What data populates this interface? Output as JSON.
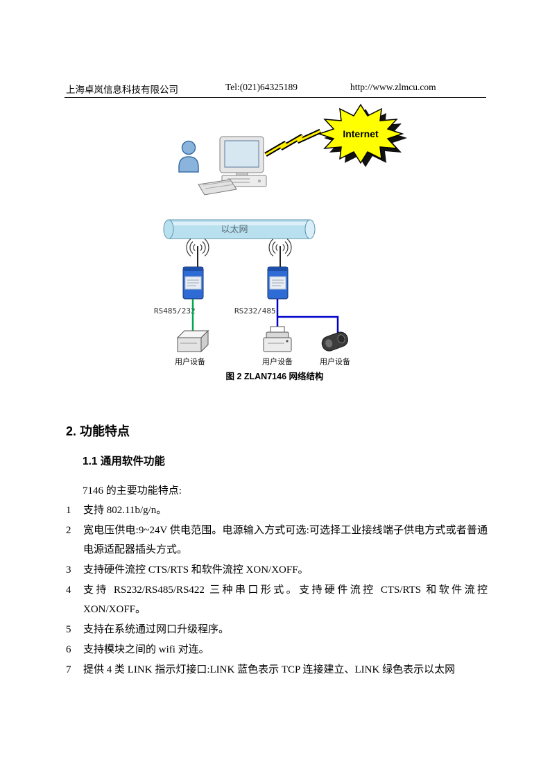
{
  "header": {
    "company": "上海卓岚信息科技有限公司",
    "tel": "Tel:(021)64325189",
    "url": "http://www.zlmcu.com"
  },
  "diagram": {
    "internet_label": "Internet",
    "ethernet_label": "以太网",
    "left_serial_label": "RS485/232",
    "right_serial_label": "RS232/485",
    "user_device_label": "用户设备",
    "caption": "图 2 ZLAN7146 网络结构",
    "colors": {
      "star_fill": "#ffff00",
      "star_shadow": "#111111",
      "pipe_fill": "#b9e0ef",
      "module_fill": "#2e6bd4",
      "green_wire": "#00a651",
      "blue_wire": "#0000cc",
      "lightning": "#ffee00"
    }
  },
  "content": {
    "section_heading": "2.  功能特点",
    "subsection_heading": "1.1 通用软件功能",
    "intro": "7146 的主要功能特点:",
    "features": [
      {
        "num": "1",
        "text": "支持 802.11b/g/n。"
      },
      {
        "num": "2",
        "text": "宽电压供电:9~24V 供电范围。电源输入方式可选:可选择工业接线端子供电方式或者普通电源适配器插头方式。"
      },
      {
        "num": "3",
        "text": "支持硬件流控 CTS/RTS 和软件流控 XON/XOFF。"
      },
      {
        "num": "4",
        "text": "支持 RS232/RS485/RS422 三种串口形式。支持硬件流控 CTS/RTS 和软件流控 XON/XOFF。"
      },
      {
        "num": "5",
        "text": "支持在系统通过网口升级程序。"
      },
      {
        "num": "6",
        "text": "支持模块之间的 wifi 对连。"
      },
      {
        "num": "7",
        "text": "提供 4 类 LINK 指示灯接口:LINK 蓝色表示 TCP 连接建立、LINK 绿色表示以太网"
      }
    ]
  }
}
